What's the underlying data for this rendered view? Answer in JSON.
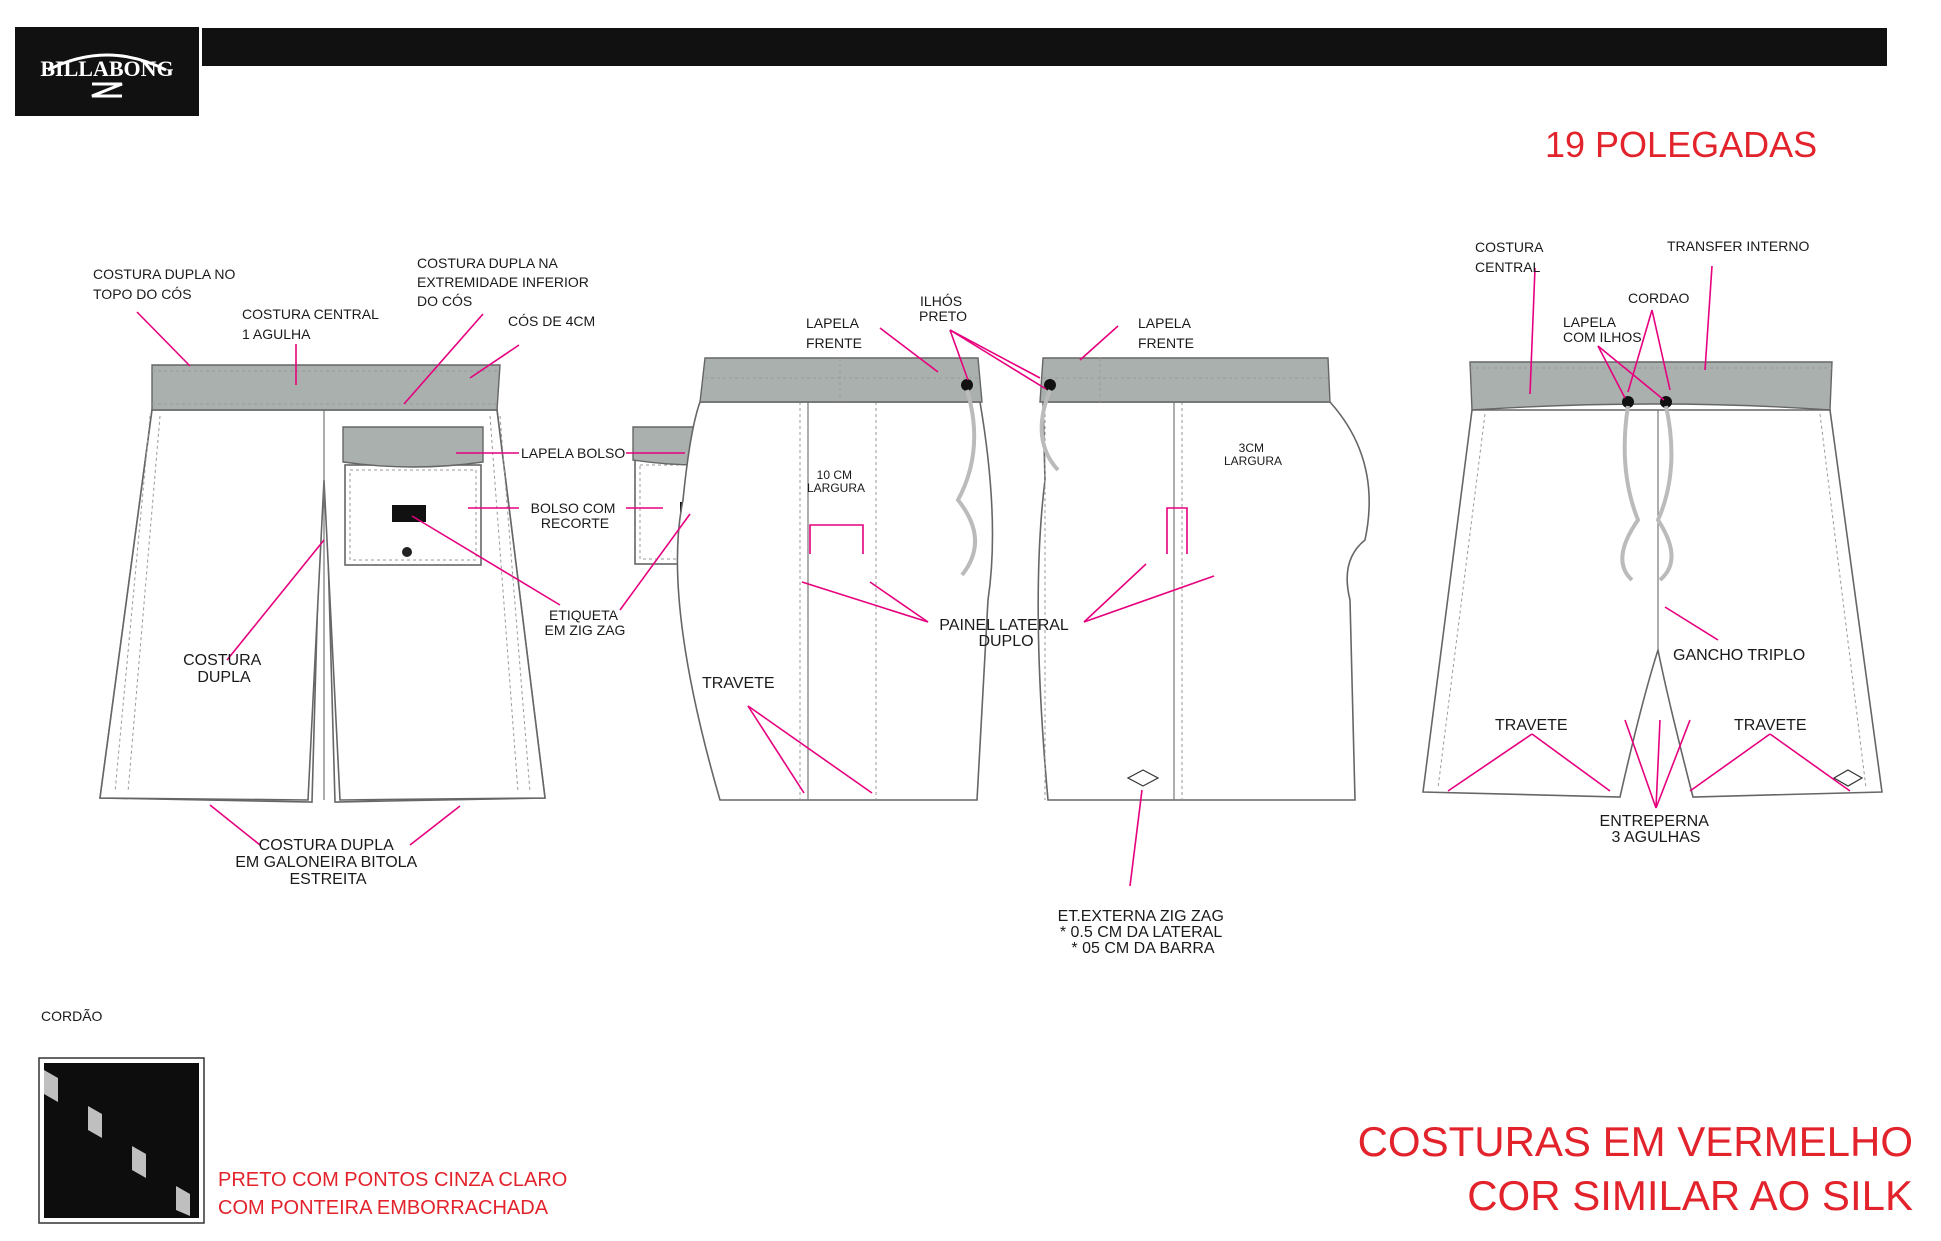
{
  "header": {
    "brand_logo": "BILLABONG",
    "brand_logo_icon": "billabong-logo-icon",
    "size_title": "19 POLEGADAS"
  },
  "labels": {
    "costura_dupla_topo": [
      "COSTURA DUPLA NO",
      "TOPO DO CÓS"
    ],
    "costura_central_1agulha": [
      "COSTURA CENTRAL",
      "1 AGULHA"
    ],
    "costura_dupla_extremidade": [
      "COSTURA DUPLA NA",
      "EXTREMIDADE INFERIOR",
      "DO CÓS"
    ],
    "cos_4cm": "CÓS DE 4CM",
    "lapela_bolso": "LAPELA BOLSO",
    "bolso_recorte": [
      "BOLSO COM",
      "RECORTE"
    ],
    "etiqueta_zigzag": [
      "ETIQUETA",
      "EM ZIG ZAG"
    ],
    "costura_dupla": [
      "COSTURA",
      "DUPLA"
    ],
    "costura_galoneira": [
      "COSTURA DUPLA",
      "EM GALONEIRA BITOLA",
      "ESTREITA"
    ],
    "lapela_frente_left": [
      "LAPELA",
      "FRENTE"
    ],
    "ilhos_preto": [
      "ILHÓS",
      "PRETO"
    ],
    "lapela_frente_right": [
      "LAPELA",
      "FRENTE"
    ],
    "largura_10cm": [
      "10 CM",
      "LARGURA"
    ],
    "largura_3cm": [
      "3CM",
      "LARGURA"
    ],
    "painel_lateral": [
      "PAINEL LATERAL",
      "DUPLO"
    ],
    "travete_side": "TRAVETE",
    "et_externa": [
      "ET.EXTERNA ZIG ZAG",
      "* 0.5 CM DA LATERAL",
      "* 05 CM DA BARRA"
    ],
    "costura_central_front": [
      "COSTURA",
      "CENTRAL"
    ],
    "transfer_interno": "TRANSFER INTERNO",
    "cordao_front": "CORDAO",
    "lapela_com_ilhos": [
      "LAPELA",
      "COM ILHOS"
    ],
    "gancho_triplo": "GANCHO TRIPLO",
    "travete_left": "TRAVETE",
    "travete_right": "TRAVETE",
    "entreperna": [
      "ENTREPERNA",
      "3 AGULHAS"
    ]
  },
  "cord_section": {
    "title": "CORDÃO",
    "description": [
      "PRETO COM PONTOS CINZA CLARO",
      "COM PONTEIRA EMBORRACHADA"
    ]
  },
  "footer_note": [
    "COSTURAS EM VERMELHO",
    "COR SIMILAR AO SILK"
  ],
  "colors": {
    "band_gray": "#a9b0ad",
    "leader_magenta": "#e6007e",
    "note_red": "#e3232c",
    "logo_black": "#111111"
  }
}
